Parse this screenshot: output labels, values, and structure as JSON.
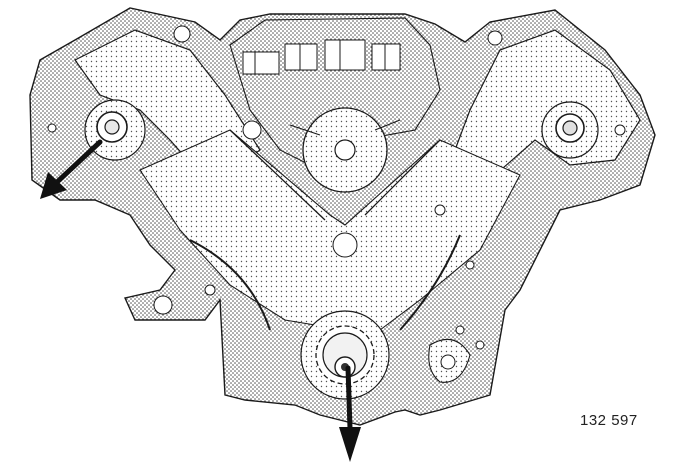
{
  "figure_number": "132 597",
  "colors": {
    "background": "#ffffff",
    "line": "#1a1a1a",
    "stipple": "#555555",
    "arrow": "#111111"
  },
  "parts": [
    "engine-block-outline",
    "left-cylinder-bank",
    "right-cylinder-bank",
    "water-pump",
    "timing-chain-cover",
    "left-camshaft-sprocket",
    "right-camshaft-sprocket",
    "crankshaft-sprocket",
    "chain-guide-rail"
  ],
  "arrows": [
    "left-camshaft-arrow",
    "crankshaft-arrow"
  ]
}
